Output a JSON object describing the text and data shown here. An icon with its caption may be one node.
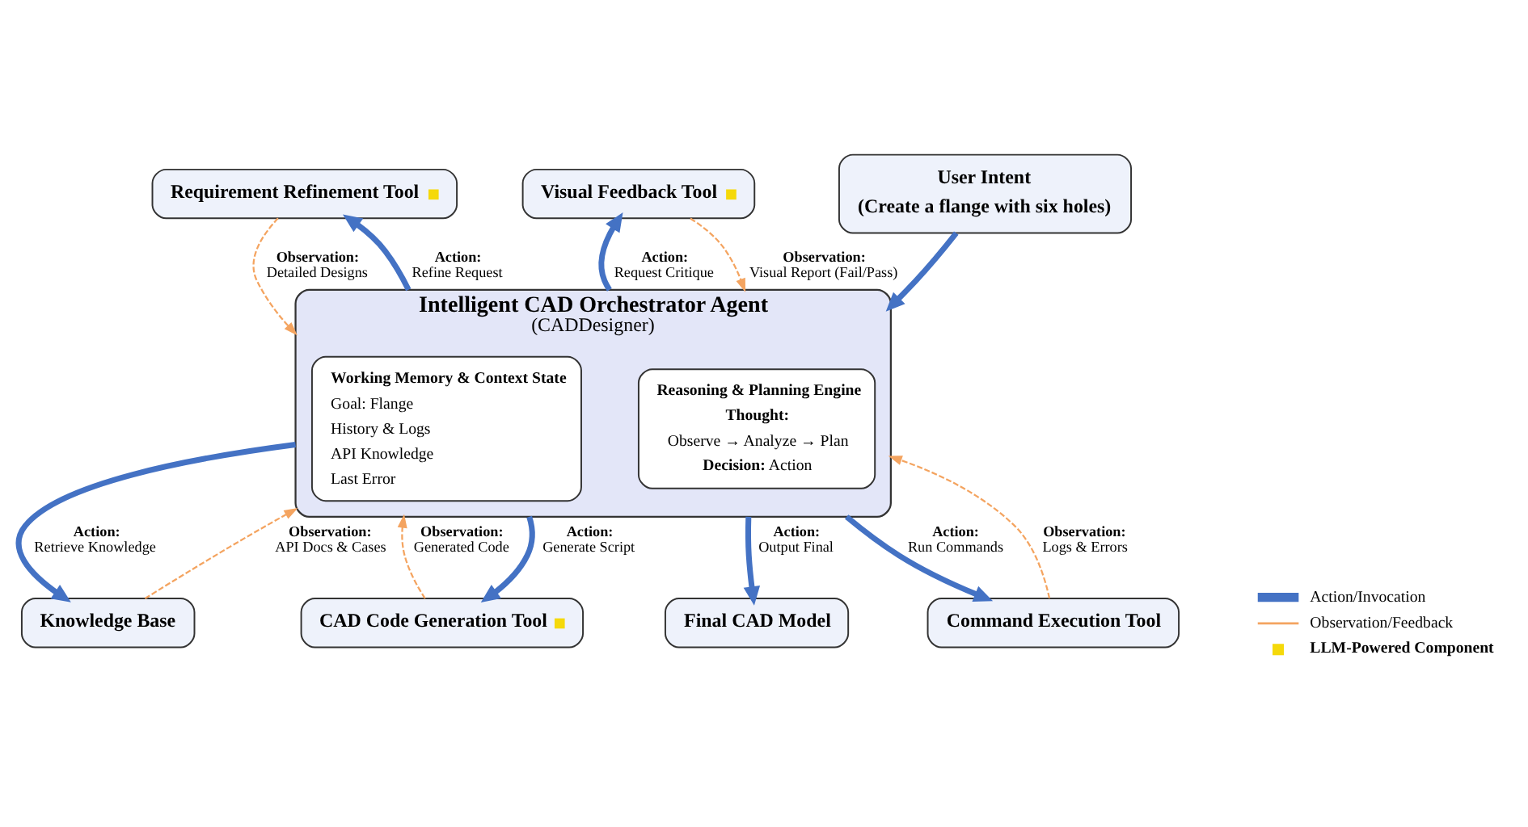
{
  "diagram": {
    "nodes": [
      {
        "text": [
          "User Intent",
          "(Create a flange with six holes)"
        ]
      },
      {
        "text": [
          "Intelligent CAD Orchestrator Agent",
          "(CADDesigner)"
        ]
      },
      {
        "text": [
          "Working Memory & Context State",
          "Goal: Flange",
          "History & Logs",
          "API Knowledge",
          "Last Error"
        ],
        "in": 1
      },
      {
        "text": [
          "Reasoning & Planning Engine",
          "Thought:",
          "Observe → Analyze → Plan",
          "Decision: Action"
        ],
        "in": 1
      },
      {
        "text": [
          "Requirement Refinement Tool"
        ]
      },
      {
        "text": [
          "Visual Feedback Tool"
        ]
      },
      {
        "text": [
          "CAD Code Generation Tool"
        ]
      },
      {
        "text": [
          "Command Execution Tool"
        ]
      },
      {
        "text": [
          "Knowledge Base"
        ]
      },
      {
        "text": [
          "Final CAD Model"
        ]
      }
    ],
    "edges": [
      {
        "from": 0,
        "to": 1,
        "arrow": "to"
      },
      {
        "from": 1,
        "to": 4,
        "arrow": "to",
        "label": "Action: Refine Request"
      },
      {
        "from": 1,
        "to": 6,
        "arrow": "to",
        "label": "Action: Generate Script"
      },
      {
        "from": 1,
        "to": 8,
        "arrow": "to",
        "label": "Action: Retrieve Knowledge"
      },
      {
        "from": 1,
        "to": 5,
        "arrow": "to",
        "label": "Action: Request Critique"
      },
      {
        "from": 1,
        "to": 7,
        "arrow": "to",
        "label": "Action: Run Commands"
      },
      {
        "from": 1,
        "to": 9,
        "arrow": "to",
        "label": "Action: Output Final"
      },
      {
        "from": 4,
        "to": 1,
        "arrow": "to",
        "label": "Observation: Detailed Designs",
        "style": "dashed",
        "color": "#f4a460"
      },
      {
        "from": 5,
        "to": 1,
        "arrow": "to",
        "label": "Observation: Visual Report (Fail/Pass)",
        "style": "dashed",
        "color": "#f4a460"
      },
      {
        "from": 6,
        "to": 1,
        "arrow": "to",
        "label": "Observation: Generated Code",
        "style": "dashed",
        "color": "#f4a460"
      },
      {
        "from": 7,
        "to": 1,
        "arrow": "to",
        "label": "Observation: Logs & Errors",
        "style": "dashed",
        "color": "#f4a460"
      },
      {
        "from": 8,
        "to": 1,
        "arrow": "to",
        "label": "Observation: API Docs & Cases",
        "style": "dashed",
        "color": "#f4a460"
      }
    ],
    "legend": [
      {
        "text": "Action/Invocation"
      },
      {
        "text": "Observation/Feedback"
      },
      {
        "text": "LLM-Powered Component"
      }
    ]
  }
}
